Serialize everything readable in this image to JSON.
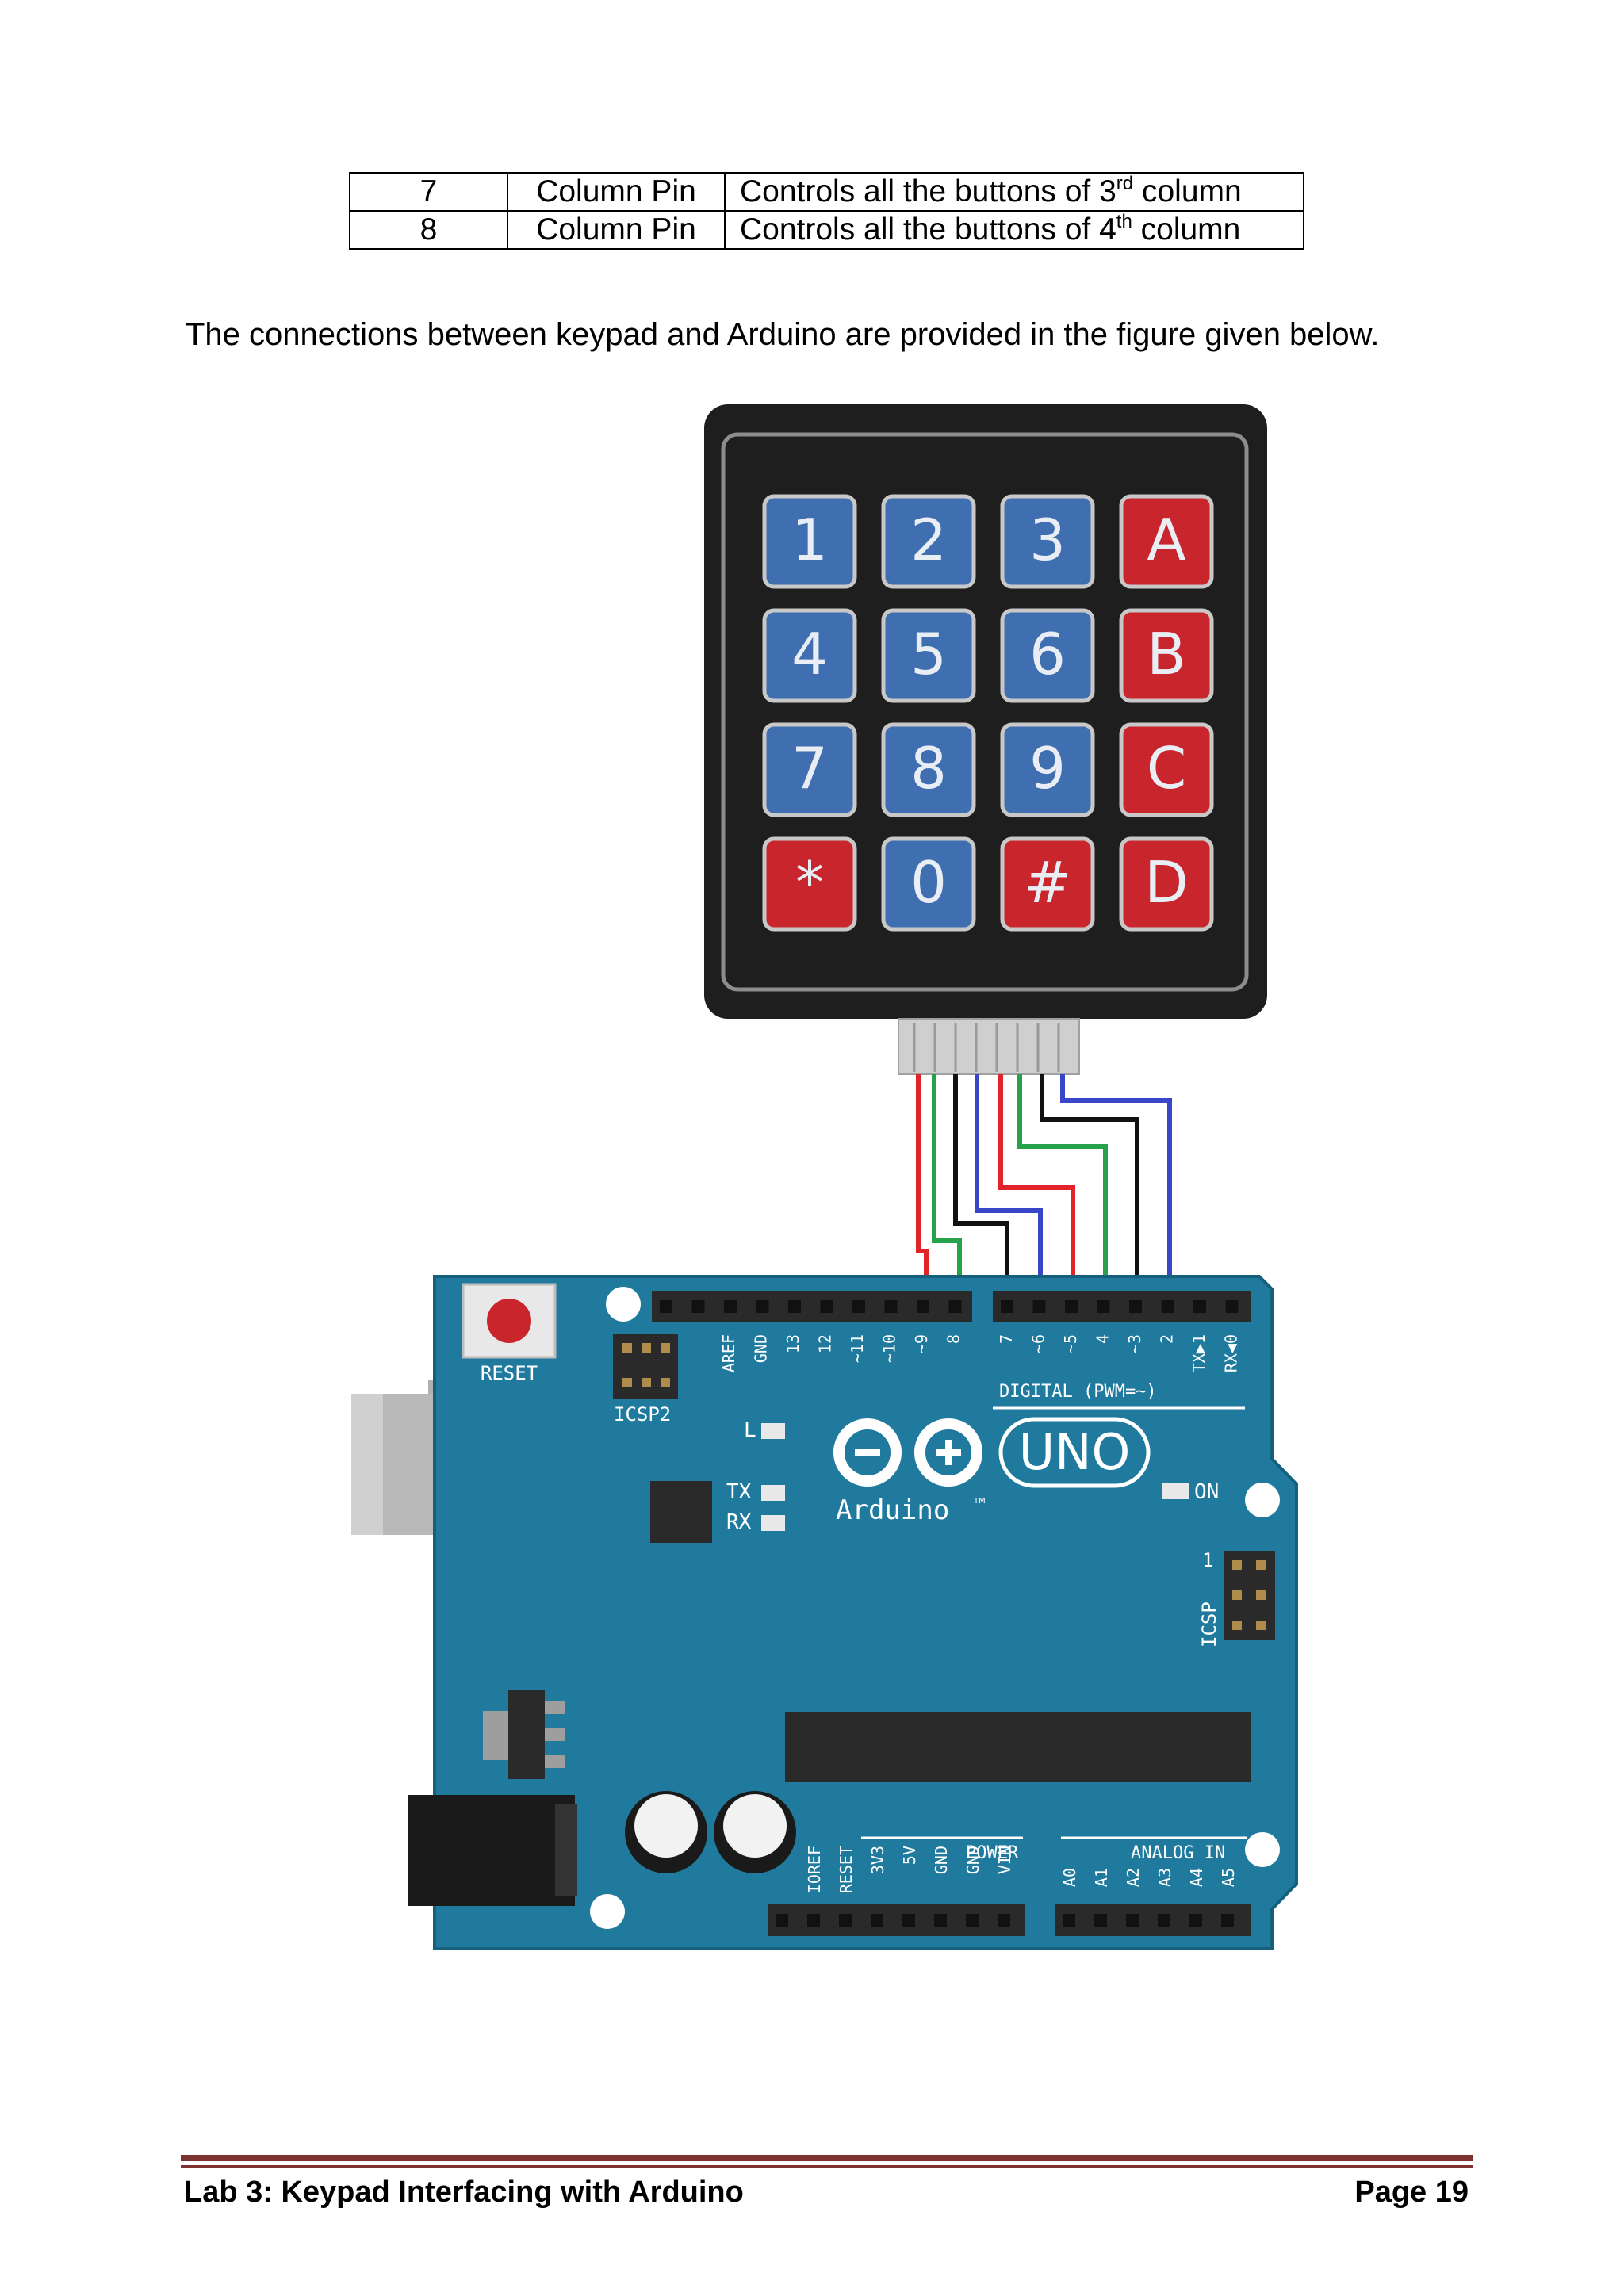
{
  "table": {
    "rows": [
      {
        "pin": "7",
        "type": "Column Pin",
        "desc_prefix": "Controls all the buttons of 3",
        "desc_sup": "rd",
        "desc_suffix": " column"
      },
      {
        "pin": "8",
        "type": "Column Pin",
        "desc_prefix": "Controls all the buttons of 4",
        "desc_sup": "th",
        "desc_suffix": " column"
      }
    ]
  },
  "intro_text": "The connections between keypad and Arduino are provided in the figure given below.",
  "keypad": {
    "keys": [
      "1",
      "2",
      "3",
      "A",
      "4",
      "5",
      "6",
      "B",
      "7",
      "8",
      "9",
      "C",
      "*",
      "0",
      "#",
      "D"
    ],
    "colors": {
      "blue": "#3f6fb0",
      "red": "#c9252c",
      "body": "#1e1e1e"
    }
  },
  "wire_colors": [
    "#e0242a",
    "#26a34a",
    "#111111",
    "#3a46c8",
    "#e0242a",
    "#26a34a",
    "#111111",
    "#3a46c8"
  ],
  "arduino": {
    "board_color": "#1f7a9e",
    "reset_label": "RESET",
    "icsp2_label": "ICSP2",
    "icsp_label": "ICSP",
    "icsp_pin1": "1",
    "top_pins_left": [
      "AREF",
      "GND",
      "13",
      "12",
      "~11",
      "~10",
      "~9",
      "8"
    ],
    "top_pins_right": [
      "7",
      "~6",
      "~5",
      "4",
      "~3",
      "2",
      "TX▶1",
      "RX◀0"
    ],
    "digital_label": "DIGITAL (PWM=~)",
    "led_l": "L",
    "led_tx": "TX",
    "led_rx": "RX",
    "led_on": "ON",
    "logo_text": "UNO",
    "brand": "Arduino",
    "tm": "TM",
    "power_label": "POWER",
    "analog_label": "ANALOG IN",
    "power_pins": [
      "IOREF",
      "RESET",
      "3V3",
      "5V",
      "GND",
      "GND",
      "VIN"
    ],
    "analog_pins": [
      "A0",
      "A1",
      "A2",
      "A3",
      "A4",
      "A5"
    ]
  },
  "footer": {
    "left": "Lab 3: Keypad Interfacing with Arduino",
    "right": "Page 19"
  }
}
